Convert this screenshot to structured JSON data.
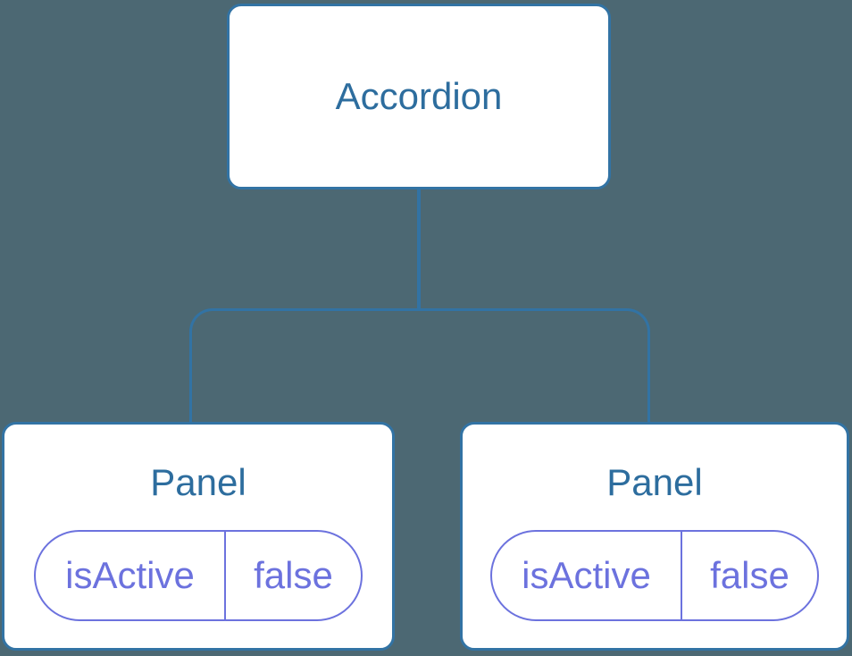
{
  "diagram": {
    "type": "component-tree",
    "root": {
      "label": "Accordion"
    },
    "children": [
      {
        "label": "Panel",
        "state": {
          "key": "isActive",
          "value": "false"
        }
      },
      {
        "label": "Panel",
        "state": {
          "key": "isActive",
          "value": "false"
        }
      }
    ],
    "colors": {
      "background": "#4C6873",
      "node_fill": "#FFFFFF",
      "node_border": "#3273A4",
      "connector": "#3273A4",
      "node_title": "#2D6D9E",
      "state_accent": "#6C72DE"
    }
  }
}
